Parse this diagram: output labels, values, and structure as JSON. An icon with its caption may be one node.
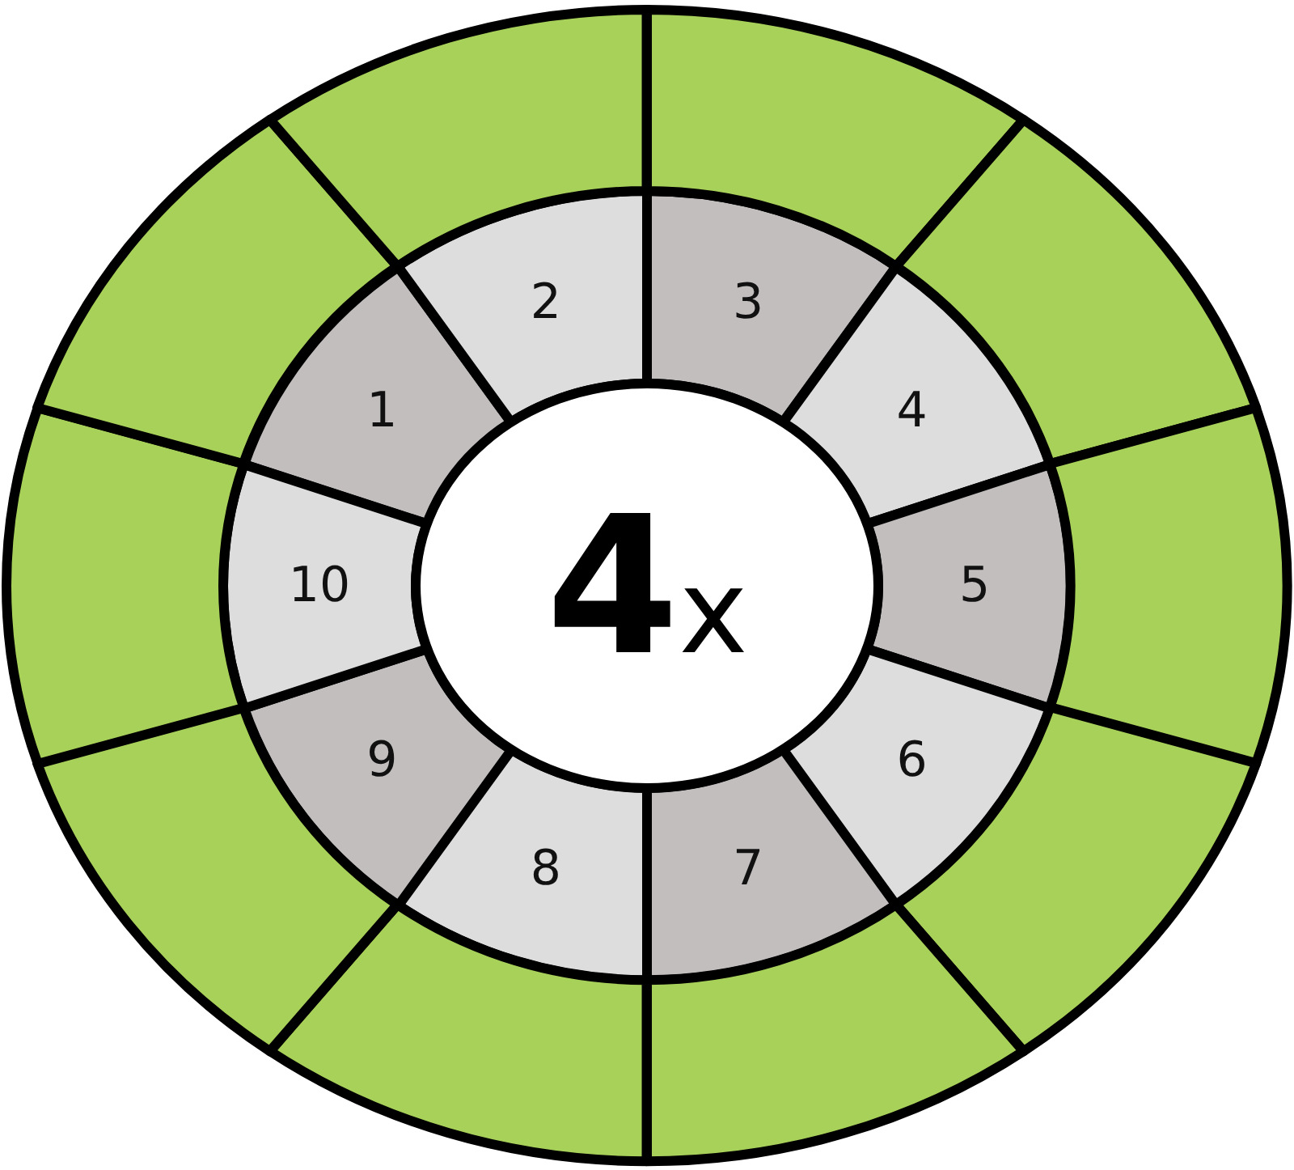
{
  "diagram": {
    "nodes": [
      {
        "text": [
          "**4**x"
        ]
      },
      {
        "text": [
          "1"
        ]
      },
      {
        "text": [
          "2"
        ]
      },
      {
        "text": [
          "3"
        ]
      },
      {
        "text": [
          "4"
        ]
      },
      {
        "text": [
          "5"
        ]
      },
      {
        "text": [
          "6"
        ]
      },
      {
        "text": [
          "7"
        ]
      },
      {
        "text": [
          "8"
        ]
      },
      {
        "text": [
          "9"
        ]
      },
      {
        "text": [
          "10"
        ]
      },
      {
        "text": [],
        "shape": "box"
      },
      {
        "text": [],
        "shape": "box"
      },
      {
        "text": [],
        "shape": "box"
      },
      {
        "text": [],
        "shape": "box"
      },
      {
        "text": [],
        "shape": "box"
      },
      {
        "text": [],
        "shape": "box"
      },
      {
        "text": [],
        "shape": "box"
      },
      {
        "text": [],
        "shape": "box"
      },
      {
        "text": [],
        "shape": "box"
      },
      {
        "text": [],
        "shape": "box"
      }
    ]
  }
}
